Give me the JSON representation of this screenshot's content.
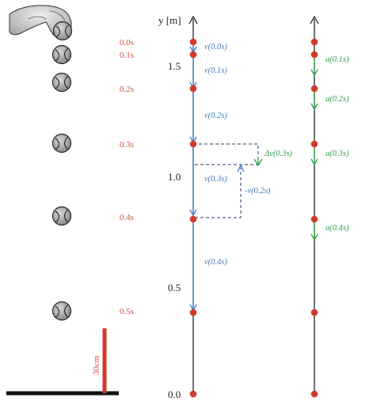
{
  "figure": {
    "axis_label": "y [m]",
    "ticks": [
      "1.5",
      "1.0",
      "0.5",
      "0.0"
    ],
    "ruler_label": "30cm",
    "times": [
      "0.0s",
      "0.1s",
      "0.2s",
      "0.3s",
      "0.4s",
      "0.5s"
    ],
    "velocity_labels": [
      "v(0.0s)",
      "v(0.1s)",
      "v(0.2s)",
      "v(0.3s)",
      "v(0.4s)"
    ],
    "acceleration_labels": [
      "a(0.1s)",
      "a(0.2s)",
      "a(0.3s)",
      "a(0.4s)"
    ],
    "delta_v_label": "Δv(0.3s)",
    "neg_v_label": "-v(0.2s)"
  },
  "colors": {
    "red": "#d23a2b",
    "blue": "#3f79bf",
    "green": "#2e9b45",
    "black": "#111111"
  },
  "icons": [
    "hand-icon",
    "tennis-ball-icon"
  ]
}
